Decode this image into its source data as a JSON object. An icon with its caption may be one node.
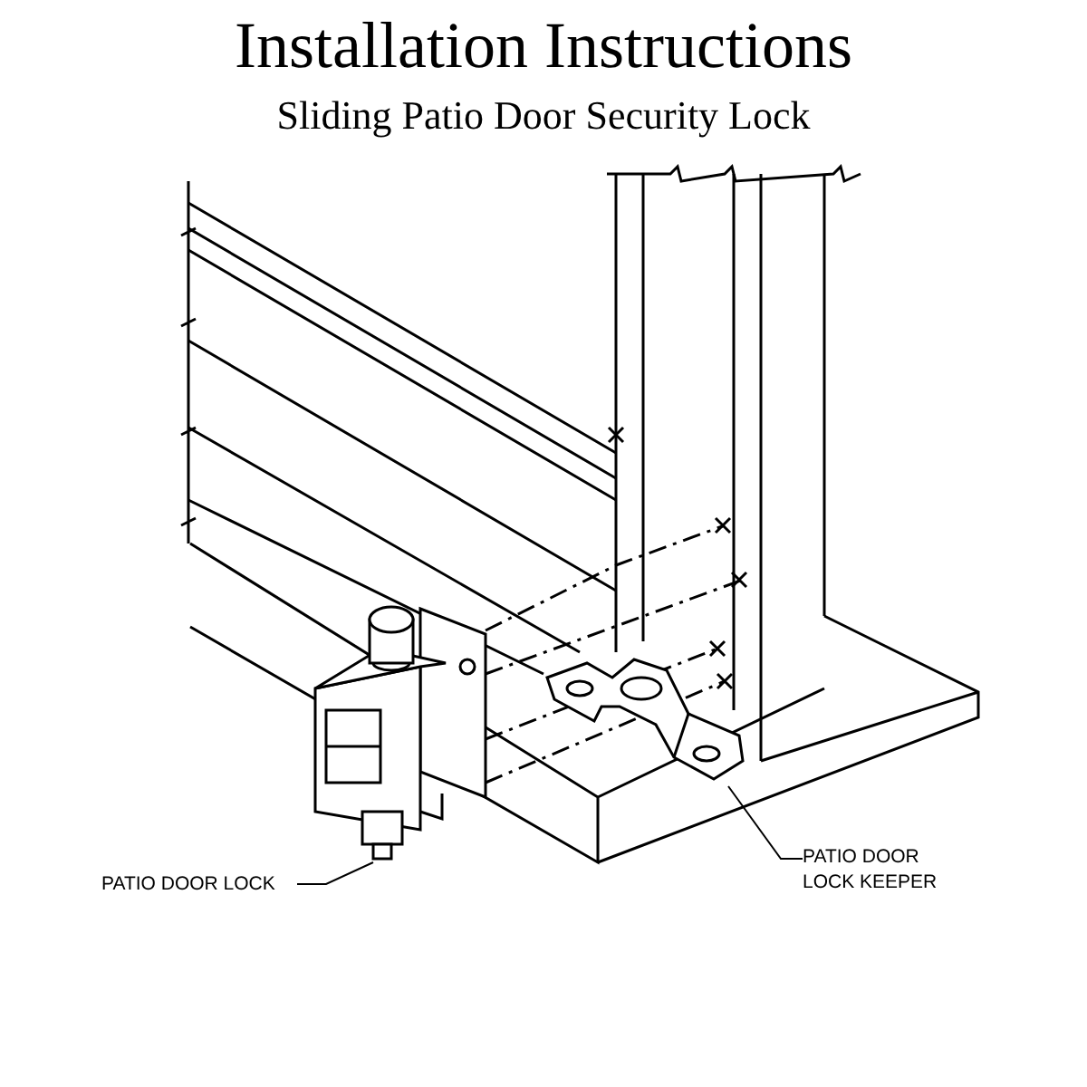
{
  "diagram": {
    "title": "Installation Instructions",
    "nodes": [
      {
        "text": [
          "PATIO DOOR LOCK"
        ]
      },
      {
        "text": [],
        "shape": "picture"
      },
      {
        "text": [
          "PATIO DOOR LOCK KEEPER"
        ]
      },
      {
        "text": [],
        "shape": "picture"
      }
    ],
    "edges": [
      {
        "from": 0,
        "to": 1,
        "arrow": "none"
      },
      {
        "from": 2,
        "to": 3,
        "arrow": "none"
      }
    ],
    "labels": [
      "Sliding Patio Door Security Lock"
    ]
  }
}
